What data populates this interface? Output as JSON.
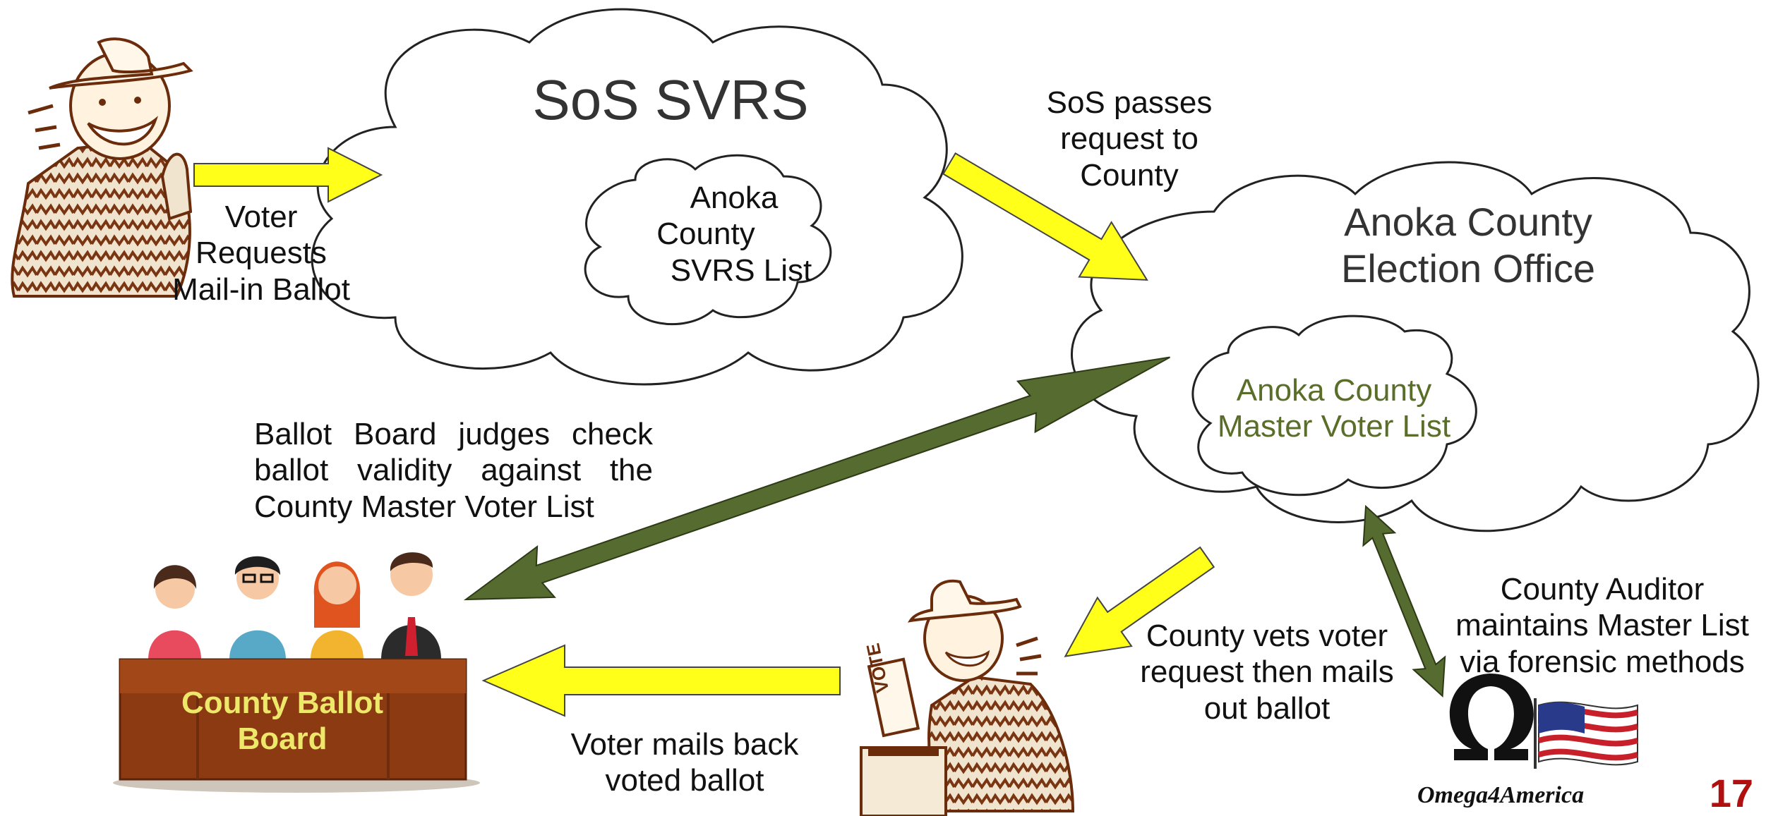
{
  "clouds": {
    "sos": {
      "title": "SoS SVRS"
    },
    "sos_inner": {
      "lines": [
        "Anoka",
        "County",
        "SVRS List"
      ]
    },
    "county": {
      "lines": [
        "Anoka County",
        "Election Office"
      ]
    },
    "county_inner": {
      "lines": [
        "Anoka County",
        "Master Voter List"
      ]
    }
  },
  "labels": {
    "voter_requests": [
      "Voter",
      "Requests",
      "Mail-in Ballot"
    ],
    "sos_passes": [
      "SoS passes",
      "request to",
      "County"
    ],
    "ballot_board_judges": [
      "Ballot Board judges check",
      "ballot validity against the",
      "County Master Voter List"
    ],
    "county_vets": [
      "County vets voter",
      "request then mails",
      "out ballot"
    ],
    "auditor": [
      "County Auditor",
      "maintains Master List",
      "via forensic methods"
    ],
    "voter_mails_back": [
      "Voter mails back",
      "voted ballot"
    ]
  },
  "board": {
    "lines": [
      "County Ballot",
      "Board"
    ]
  },
  "ballot_box": {
    "text": "VOTE"
  },
  "logo": {
    "text": "Omega4America"
  },
  "page_number": "17",
  "colors": {
    "arrow_yellow": "#ffff1a",
    "arrow_green": "#556b2f",
    "cloud_stroke": "#222222",
    "board_wood": "#8b3a12",
    "inner_text_green": "#5a6e2a",
    "page_number": "#b01010"
  },
  "icons": {
    "voter_top": "cartoon-man-waving-icon",
    "voter_bottom": "cartoon-man-voting-icon",
    "board_people": "four-people-icon",
    "logo": "omega-flag-logo-icon"
  }
}
